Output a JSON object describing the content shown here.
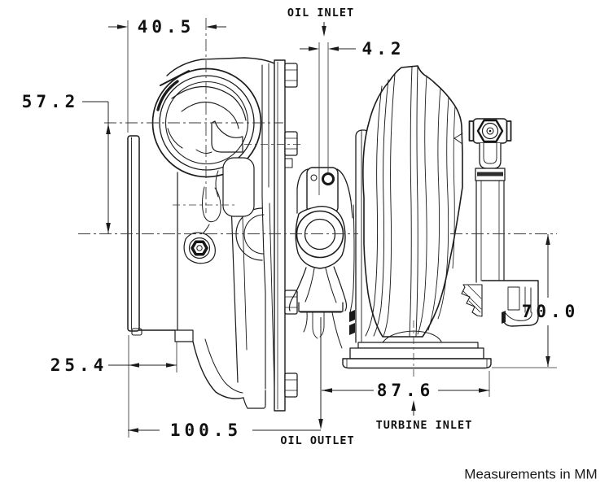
{
  "drawing": {
    "type": "turbocharger-side-view-dimension-drawing",
    "note": "Measurements in MM",
    "dimensions": {
      "compressor_depth": "40.5",
      "oil_inlet_offset": "4.2",
      "compressor_inlet_height": "57.2",
      "turbine_outlet_height": "70.0",
      "inlet_flange_depth": "25.4",
      "overall_length": "100.5",
      "turbine_flange_length": "87.6"
    },
    "labels": {
      "oil_inlet": "OIL INLET",
      "oil_outlet": "OIL OUTLET",
      "turbine_inlet": "TURBINE INLET"
    },
    "colors": {
      "line": "#1c1c1c",
      "background": "#ffffff"
    }
  }
}
